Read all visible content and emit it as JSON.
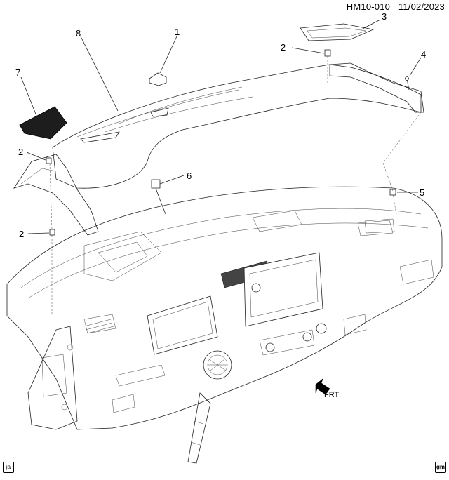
{
  "header": {
    "code": "HM10-010",
    "date": "11/02/2023"
  },
  "callouts": [
    "1",
    "2",
    "3",
    "4",
    "5",
    "6",
    "7",
    "8"
  ],
  "directional": {
    "label": "FRT"
  },
  "corners": {
    "left": "ja",
    "right": "gm"
  }
}
